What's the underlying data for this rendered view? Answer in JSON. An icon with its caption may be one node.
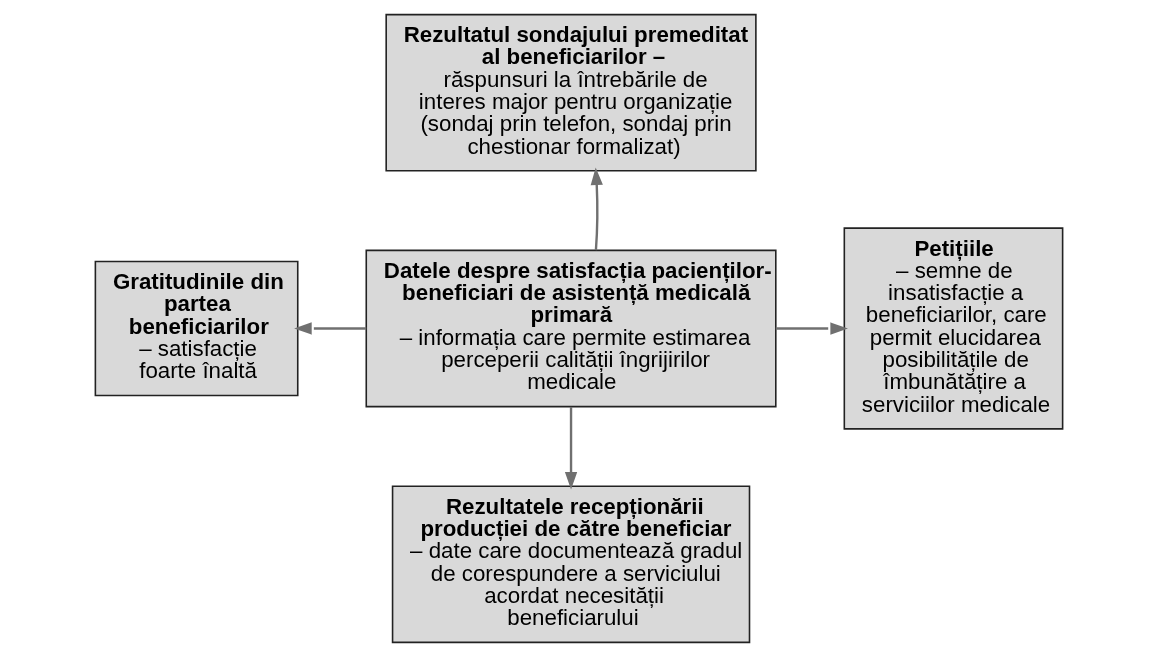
{
  "diagram": {
    "nodes": [
      {
        "text": [
          "Datele despre satisfacția pacienților-beneficiari de asistență medicală primară",
          "– informația care permite estimarea perceperii calității îngrijirilor medicale"
        ]
      },
      {
        "text": [
          "Rezultatul sondajului premeditat al beneficiarilor –",
          "răspunsuri la întrebările de interes major pentru organizație (sondaj prin telefon, sondaj prin chestionar formalizat)"
        ]
      },
      {
        "text": [
          "Gratitudinile din partea beneficiarilor",
          "– satisfacție foarte înaltă"
        ]
      },
      {
        "text": [
          "Petițiile",
          "– semne de insatisfacție a beneficiarilor, care permit elucidarea posibilitățile de îmbunătățire a serviciilor medicale"
        ]
      },
      {
        "text": [
          "Rezultatele recepționării producției de către beneficiar",
          "– date care documentează gradul de corespundere a serviciului acordat necesității beneficiarului"
        ]
      }
    ],
    "edges": [
      {
        "from": 0,
        "to": 1,
        "arrow": "to"
      },
      {
        "from": 0,
        "to": 2,
        "arrow": "to"
      },
      {
        "from": 0,
        "to": 3,
        "arrow": "to"
      },
      {
        "from": 0,
        "to": 4,
        "arrow": "to"
      }
    ]
  }
}
